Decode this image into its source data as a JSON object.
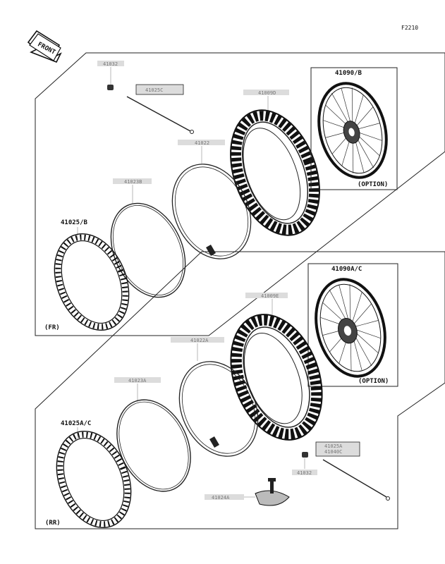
{
  "figure_code": "F2210",
  "front_label": "FRONT",
  "front_section": {
    "tag": "(FR)",
    "parts": {
      "valve_cap": "41032",
      "spoke_set": "41025C",
      "tire": "41009D",
      "wheel_assy": "41090/B",
      "tube": "41022",
      "rim_band": "41023B",
      "rim": "41025/B"
    },
    "option_label": "(OPTION)"
  },
  "rear_section": {
    "tag": "(RR)",
    "parts": {
      "wheel_assy": "41090A/C",
      "tire": "41009E",
      "tube": "41022A",
      "rim_band": "41023A",
      "rim": "41025A/C",
      "spoke_set_1": "41025A",
      "spoke_set_2": "41040C",
      "valve_cap": "41032",
      "rim_lock": "41024A"
    },
    "option_label": "(OPTION)"
  }
}
